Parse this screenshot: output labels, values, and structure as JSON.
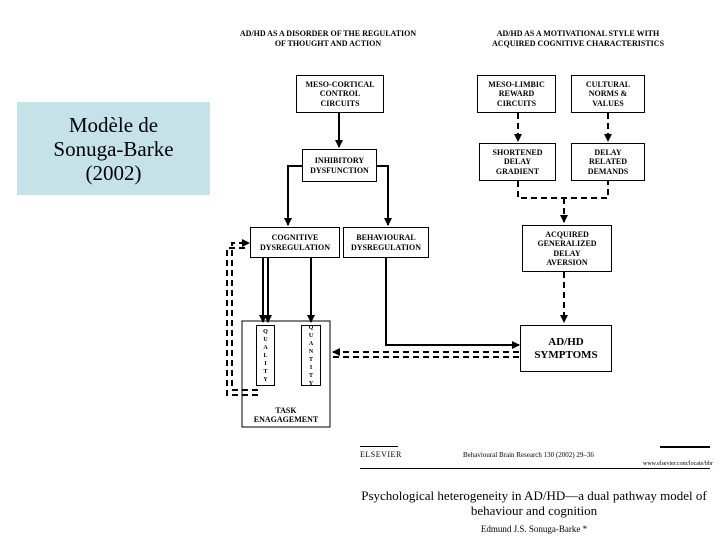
{
  "slide": {
    "title": "Modèle de\nSonuga-Barke\n(2002)"
  },
  "diagram": {
    "left_heading": "AD/HD AS A DISORDER OF THE REGULATION\nOF THOUGHT AND ACTION",
    "right_heading": "AD/HD AS A  MOTIVATIONAL STYLE  WITH\nACQUIRED COGNITIVE  CHARACTERISTICS",
    "boxes": {
      "meso_cortical": "MESO-CORTICAL\nCONTROL\nCIRCUITS",
      "inhibitory": "INHIBITORY\nDYSFUNCTION",
      "cognitive": "COGNITIVE\nDYSREGULATION",
      "behavioural": "BEHAVIOURAL\nDYSREGULATION",
      "meso_limbic": "MESO-LIMBIC\nREWARD\nCIRCUITS",
      "cultural": "CULTURAL\nNORMS &\nVALUES",
      "shortened": "SHORTENED\nDELAY\nGRADIENT",
      "delay_demands": "DELAY\nRELATED\nDEMANDS",
      "acquired": "ACQUIRED\nGENERALIZED\nDELAY\nAVERSION",
      "symptoms": "AD/HD\nSYMPTOMS",
      "quality": "Q\nU\nA\nL\nI\nT\nY",
      "quantity": "Q\nU\nA\nN\nT\nI\nT\nY",
      "task": "TASK\nENAGAGEMENT"
    }
  },
  "citation": {
    "publisher": "ELSEVIER",
    "journal": "Behavioural Brain Research 130 (2002) 29–36",
    "url": "www.elsevier.com/locate/bbr",
    "paper_title": "Psychological heterogeneity in AD/HD—a dual pathway model of\nbehaviour and cognition",
    "author": "Edmund J.S. Sonuga-Barke *"
  }
}
